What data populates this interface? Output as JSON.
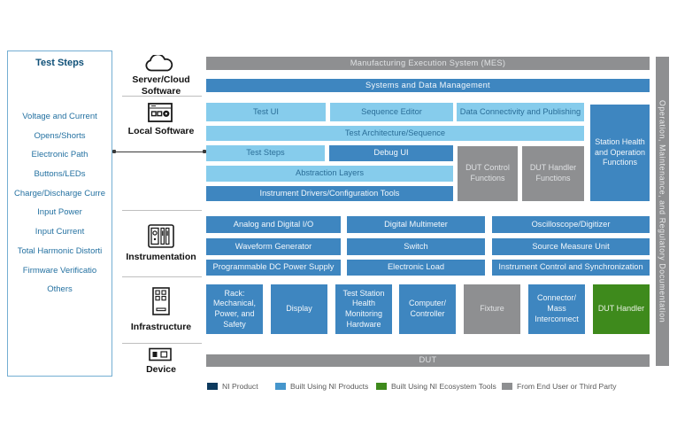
{
  "sidebar": {
    "title": "Test Steps",
    "items": [
      "Voltage and Current",
      "Opens/Shorts",
      "Electronic Path",
      "Buttons/LEDs",
      "Charge/Discharge Curre",
      "Input Power",
      "Input Current",
      "Total Harmonic Distorti",
      "Firmware Verificatio",
      "Others"
    ]
  },
  "categories": {
    "server_cloud": "Server/Cloud\nSoftware",
    "local_software": "Local Software",
    "instrumentation": "Instrumentation",
    "infrastructure": "Infrastructure",
    "device": "Device"
  },
  "top_bars": {
    "mes": "Manufacturing Execution System (MES)",
    "systems_data": "Systems and Data Management"
  },
  "local_software": {
    "test_ui": "Test UI",
    "sequence_editor": "Sequence Editor",
    "data_connectivity": "Data Connectivity and Publishing",
    "test_architecture": "Test Architecture/Sequence",
    "test_steps": "Test Steps",
    "debug_ui": "Debug UI",
    "abstraction_layers": "Abstraction Layers",
    "instrument_drivers": "Instrument Drivers/Configuration Tools",
    "dut_control": "DUT Control Functions",
    "dut_handler": "DUT Handler Functions",
    "station_health": "Station Health and Operation Functions"
  },
  "instrumentation": {
    "boxes": [
      "Analog and Digital I/O",
      "Digital Multimeter",
      "Oscilloscope/Digitizer",
      "Waveform Generator",
      "Switch",
      "Source Measure Unit",
      "Programmable DC Power Supply",
      "Electronic Load",
      "Instrument Control and Synchronization"
    ]
  },
  "infrastructure": {
    "boxes": [
      {
        "label": "Rack: Mechanical, Power, and Safety",
        "type": "built-using-ni"
      },
      {
        "label": "Display",
        "type": "built-using-ni"
      },
      {
        "label": "Test Station Health Monitoring Hardware",
        "type": "built-using-ni"
      },
      {
        "label": "Computer/ Controller",
        "type": "built-using-ni"
      },
      {
        "label": "Fixture",
        "type": "third-party"
      },
      {
        "label": "Connector/ Mass Interconnect",
        "type": "built-using-ni"
      },
      {
        "label": "DUT Handler",
        "type": "ecosystem-tools"
      }
    ]
  },
  "device_bar": "DUT",
  "side_bar_label": "Operation, Maintenance, and Regulatory Documentation",
  "legend": {
    "items": [
      {
        "label": "NI Product",
        "color": "#0d3a5e"
      },
      {
        "label": "Built Using NI Products",
        "color": "#4596cc"
      },
      {
        "label": "Built Using NI Ecosystem Tools",
        "color": "#3e8a1c"
      },
      {
        "label": "From End User or Third Party",
        "color": "#8e8f91"
      }
    ]
  },
  "colors": {
    "light_blue": "#86ccec",
    "medium_blue": "#3e86c0",
    "gray": "#8e8f91",
    "green": "#3e8a1c",
    "navy": "#0d3a5e"
  }
}
